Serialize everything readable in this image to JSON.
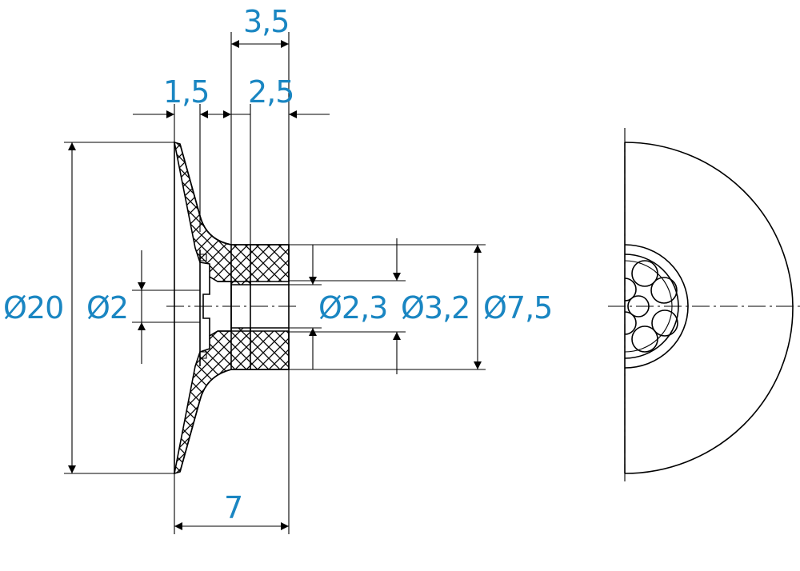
{
  "colors": {
    "dimension_text": "#1a86c2",
    "line": "#000000",
    "hatch": "#000000"
  },
  "dimensions": {
    "top_width": "3,5",
    "left_thickness": "1,5",
    "right_width": "2,5",
    "outer_diameter": "Ø20",
    "bore_diameter": "Ø2",
    "inner_diameter_a": "Ø2,3",
    "inner_diameter_b": "Ø3,2",
    "hub_diameter": "Ø7,5",
    "total_length": "7"
  }
}
